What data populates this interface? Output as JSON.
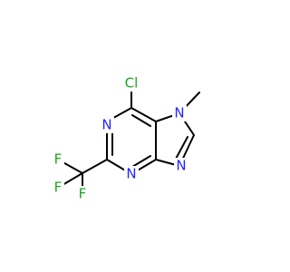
{
  "molecule": {
    "atoms": {
      "cl": {
        "symbol": "Cl",
        "color": "#1fa51f"
      },
      "n1": {
        "symbol": "N",
        "color": "#2323ff"
      },
      "n3": {
        "symbol": "N",
        "color": "#2323ff"
      },
      "n7": {
        "symbol": "N",
        "color": "#2323ff"
      },
      "n9": {
        "symbol": "N",
        "color": "#2323ff"
      },
      "f1": {
        "symbol": "F",
        "color": "#1fa51f"
      },
      "f2": {
        "symbol": "F",
        "color": "#1fa51f"
      },
      "f3": {
        "symbol": "F",
        "color": "#1fa51f"
      }
    },
    "bond_color": "#000000"
  }
}
